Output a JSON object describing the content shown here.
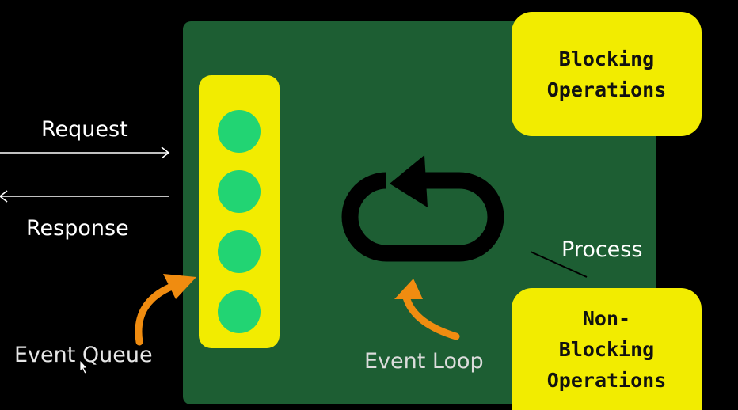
{
  "labels": {
    "request": "Request",
    "response": "Response",
    "event_queue": "Event Queue",
    "event_loop": "Event Loop",
    "process": "Process"
  },
  "operations": {
    "blocking": [
      "Blocking",
      "Operations"
    ],
    "non_blocking": [
      "Non-",
      "Blocking",
      "Operations"
    ]
  },
  "colors": {
    "background": "#000000",
    "process_box": "#1d5e33",
    "queue": "#f2ec00",
    "queue_item": "#22d473",
    "operation_box": "#f2ec00",
    "pointer_arrow": "#f08c10"
  },
  "queue_item_count": 4
}
